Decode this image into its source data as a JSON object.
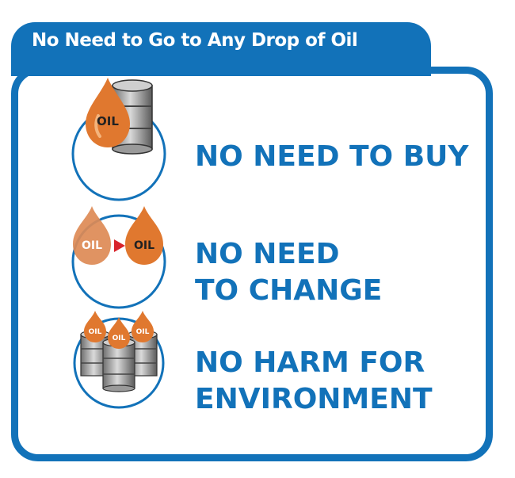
{
  "header": {
    "title": "No Need to Go to Any Drop of Oil"
  },
  "items": [
    {
      "line1": "NO NEED TO BUY",
      "line2": "",
      "icon": "oil-drop-barrel-icon",
      "badges": [
        "OIL"
      ]
    },
    {
      "line1": "NO NEED",
      "line2": "TO CHANGE",
      "icon": "oil-change-icon",
      "badges": [
        "OIL",
        "OIL"
      ]
    },
    {
      "line1": "NO HARM FOR",
      "line2": "ENVIRONMENT",
      "icon": "oil-barrels-icon",
      "badges": [
        "OIL",
        "OIL",
        "OIL"
      ]
    }
  ],
  "colors": {
    "brand_blue": "#1272b9",
    "oil_orange": "#e0782f",
    "arrow_red": "#d8242b",
    "barrel_gray": "#8c8c8c"
  }
}
